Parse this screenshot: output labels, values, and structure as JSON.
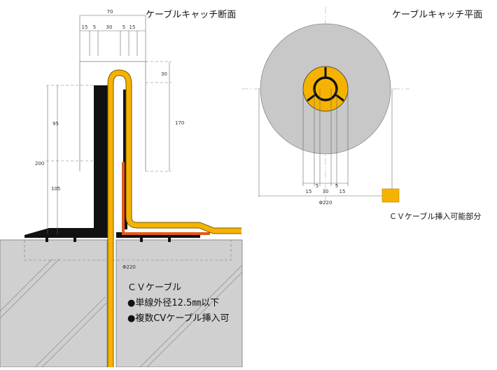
{
  "section": {
    "title": "ケーブルキャッチ断面",
    "dims": {
      "total_width": "70",
      "w1": "15",
      "w2": "5",
      "w3": "30",
      "w4": "5",
      "w5": "15",
      "top_height": "30",
      "right_height": "170",
      "upper_height": "95",
      "total_height": "200",
      "lower_height": "105",
      "base_dia": "Φ220"
    },
    "notes": {
      "title": "ＣＶケーブル",
      "line1": "●単線外径12.5㎜以下",
      "line2": "●複数CVケーブル挿入可"
    }
  },
  "plan": {
    "title": "ケーブルキャッチ平面",
    "dims": {
      "w1": "15",
      "w2": "5",
      "w3": "30",
      "w4": "5",
      "w5": "15",
      "dia": "Φ220"
    },
    "legend_label": "ＣＶケーブル挿入可能部分"
  },
  "colors": {
    "cable": "#f5b300",
    "concrete": "#d0d0d0",
    "disk": "#c8c8c8",
    "metal": "#111111",
    "sealant": "#e05a20"
  }
}
